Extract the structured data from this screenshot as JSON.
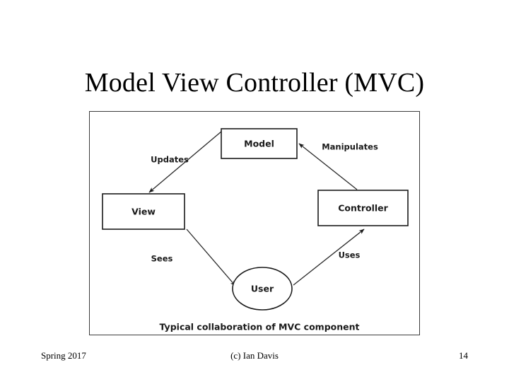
{
  "slide": {
    "title": "Model View Controller (MVC)",
    "background_color": "#ffffff",
    "text_color": "#000000"
  },
  "diagram": {
    "caption": "Typical collaboration of MVC component",
    "border_color": "#3c3c3c",
    "stroke_color": "#1a1a1a",
    "nodes": [
      {
        "id": "model",
        "label": "Model",
        "shape": "rect"
      },
      {
        "id": "view",
        "label": "View",
        "shape": "rect"
      },
      {
        "id": "controller",
        "label": "Controller",
        "shape": "rect"
      },
      {
        "id": "user",
        "label": "User",
        "shape": "ellipse"
      }
    ],
    "edges": [
      {
        "id": "model-view",
        "label": "Updates",
        "from": "model",
        "to": "view"
      },
      {
        "id": "controller-model",
        "label": "Manipulates",
        "from": "controller",
        "to": "model"
      },
      {
        "id": "view-user",
        "label": "Sees",
        "from": "view",
        "to": "user"
      },
      {
        "id": "user-controller",
        "label": "Uses",
        "from": "user",
        "to": "controller"
      }
    ]
  },
  "footer": {
    "left": "Spring 2017",
    "center": "(c) Ian Davis",
    "page_number": "14"
  }
}
